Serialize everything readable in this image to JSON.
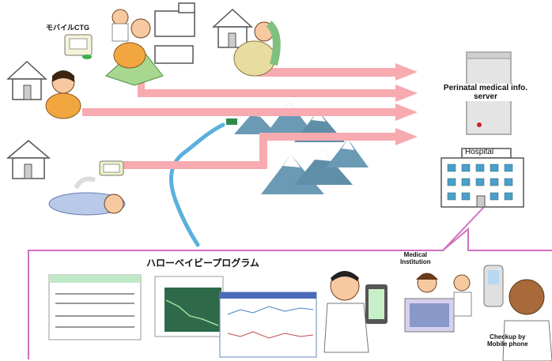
{
  "labels": {
    "mobile_ctg": "モバイルCTG",
    "server_line1": "Perinatal medical info.",
    "server_line2": "server",
    "hospital": "Hospital",
    "program_title": "ハローベイビープログラム",
    "medical_line1": "Medical",
    "medical_line2": "Institution",
    "checkup_line1": "Checkup by",
    "checkup_line2": "Mobile phone"
  },
  "colors": {
    "arrow": "#f7aab0",
    "river": "#5ab0dc",
    "panel_border": "#d070c0",
    "mountain": "#6a9ab4",
    "snow": "#ffffff",
    "monitor_green": "#2e8a4a"
  }
}
